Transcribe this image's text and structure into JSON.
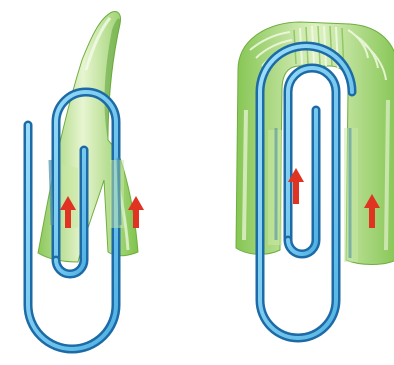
{
  "figure": {
    "panels": [
      {
        "id": "left",
        "depicts": "paperclip-through-folded-green-straw",
        "arrows": 2
      },
      {
        "id": "right",
        "depicts": "paperclip-through-bent-green-bendy-straw",
        "arrows": 2
      }
    ],
    "colors": {
      "background": "#ffffff",
      "straw_light": "#d7efb4",
      "straw_mid": "#a9d978",
      "straw_dark": "#72b843",
      "clip_outer": "#1c6aa6",
      "clip_inner": "#7fd2f6",
      "arrow": "#e03322"
    },
    "icons": [
      "paperclip-icon",
      "straw-icon",
      "up-arrow-icon"
    ]
  }
}
